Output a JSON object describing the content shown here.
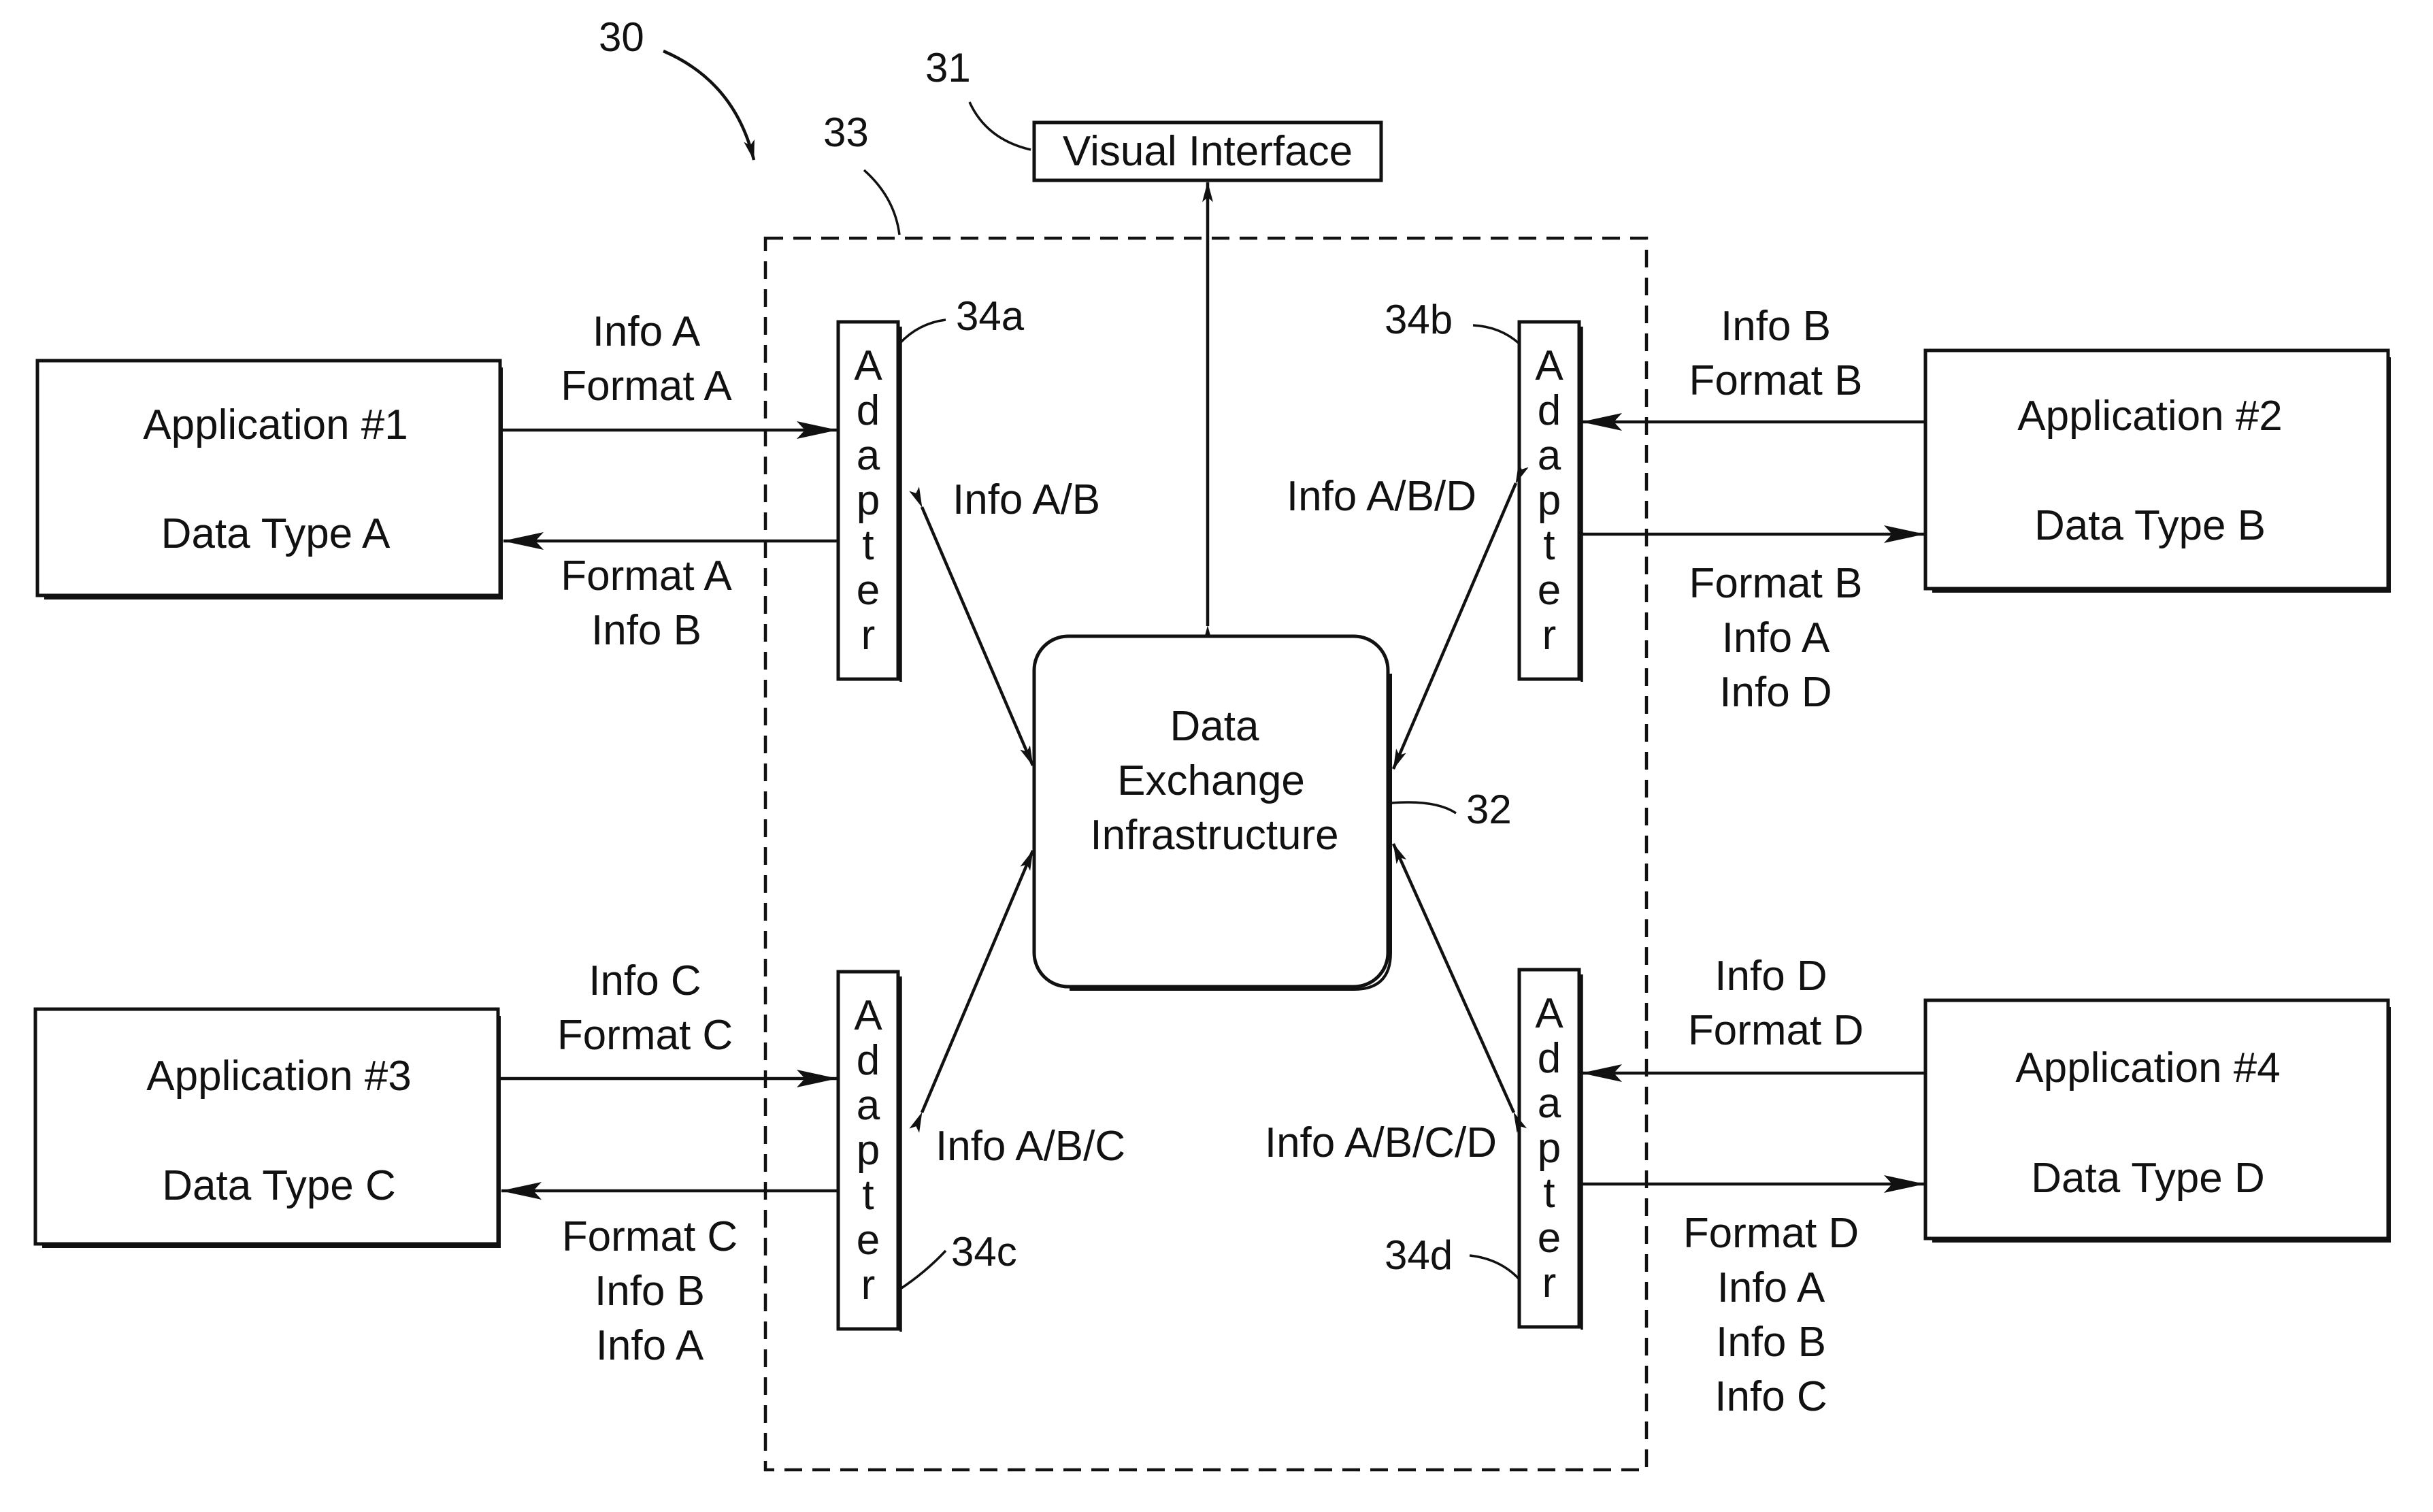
{
  "refs": {
    "system": "30",
    "visual_interface": "31",
    "infrastructure": "32",
    "boundary": "33",
    "adapter_a": "34a",
    "adapter_b": "34b",
    "adapter_c": "34c",
    "adapter_d": "34d"
  },
  "visual_interface": {
    "label": "Visual Interface"
  },
  "infrastructure": {
    "lines": [
      "Data",
      "Exchange",
      "Infrastructure"
    ]
  },
  "adapter": {
    "letters": [
      "A",
      "d",
      "a",
      "p",
      "t",
      "e",
      "r"
    ]
  },
  "applications": [
    {
      "title": "Application #1",
      "type": "Data Type A"
    },
    {
      "title": "Application #2",
      "type": "Data Type B"
    },
    {
      "title": "Application #3",
      "type": "Data Type C"
    },
    {
      "title": "Application #4",
      "type": "Data Type D"
    }
  ],
  "flows": {
    "app1_in": [
      "Info A",
      "Format A"
    ],
    "app1_out": [
      "Format A",
      "Info B"
    ],
    "app2_in": [
      "Info B",
      "Format B"
    ],
    "app2_out": [
      "Format B",
      "Info A",
      "Info D"
    ],
    "app3_in": [
      "Info C",
      "Format C"
    ],
    "app3_out": [
      "Format C",
      "Info B",
      "Info A"
    ],
    "app4_in": [
      "Info D",
      "Format D"
    ],
    "app4_out": [
      "Format D",
      "Info A",
      "Info B",
      "Info C"
    ]
  },
  "links": {
    "a": "Info A/B",
    "b": "Info A/B/D",
    "c": "Info A/B/C",
    "d": "Info A/B/C/D"
  }
}
